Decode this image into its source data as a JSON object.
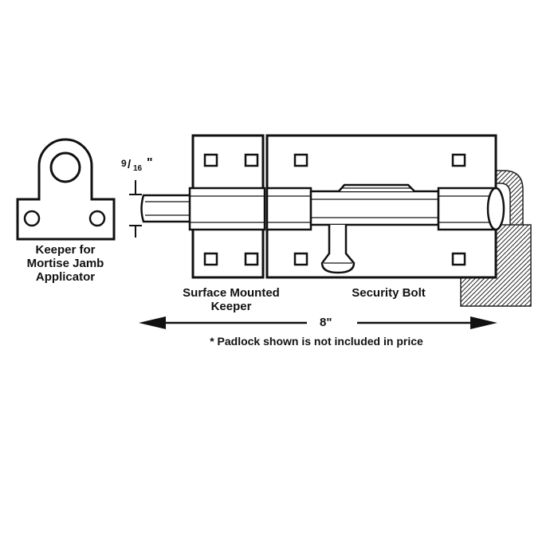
{
  "labels": {
    "keeper_mortise_lines": [
      "Keeper for",
      "Mortise Jamb",
      "Applicator"
    ],
    "surface_keeper_lines": [
      "Surface Mounted",
      "Keeper"
    ],
    "security_bolt": "Security Bolt",
    "length": "8\"",
    "footnote": "* Padlock shown is not included in price"
  },
  "dimension": {
    "numerator": "9",
    "denominator": "16",
    "inch_mark": "\""
  },
  "colors": {
    "ink": "#111111",
    "background": "#ffffff"
  }
}
